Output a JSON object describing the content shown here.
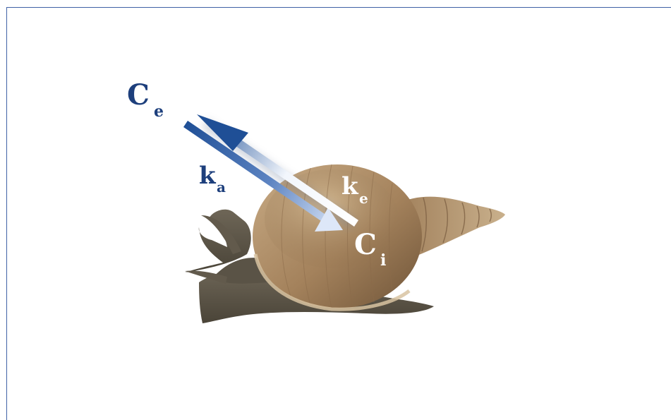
{
  "labels": {
    "ce_main": "C",
    "ce_sub": "e",
    "ka_main": "k",
    "ka_sub": "a",
    "ke_main": "k",
    "ke_sub": "e",
    "ci_main": "C",
    "ci_sub": "i"
  },
  "colors": {
    "frame": "#3f62a6",
    "label_dark": "#1d3f7c",
    "arrow_dark": "#1f4f96",
    "arrow_light": "#ffffff",
    "shell": "#a88864",
    "body": "#5c5548"
  },
  "icons": {
    "illustration": "snail-illustration"
  }
}
